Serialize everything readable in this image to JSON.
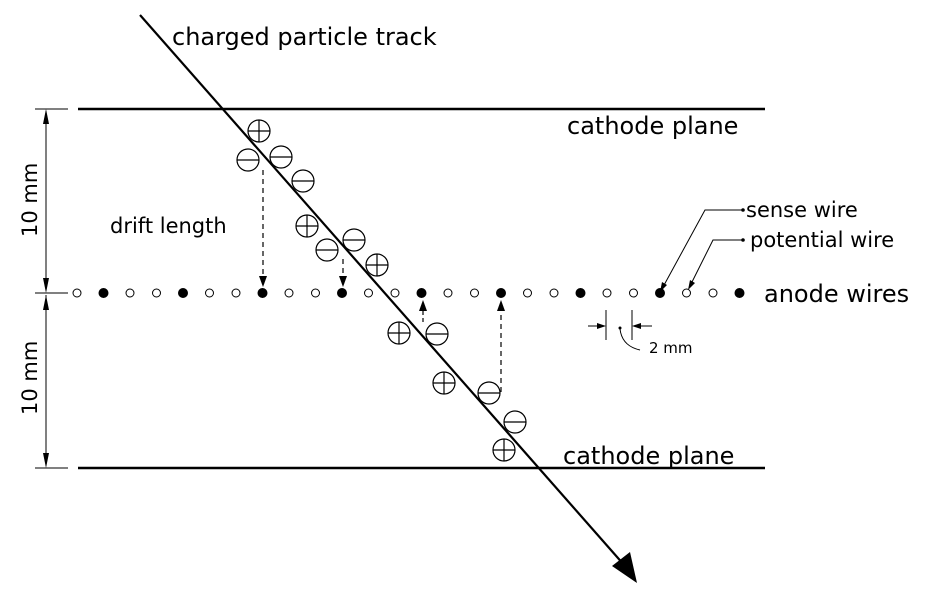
{
  "labels": {
    "track": "charged particle track",
    "cathode_top": "cathode plane",
    "cathode_bottom": "cathode plane",
    "anode": "anode wires",
    "sense": "sense wire",
    "potential": "potential wire",
    "drift": "drift length",
    "gap_top": "10 mm",
    "gap_bottom": "10 mm",
    "spacing": "2 mm"
  },
  "colors": {
    "line": "#000000",
    "background": "#ffffff"
  }
}
